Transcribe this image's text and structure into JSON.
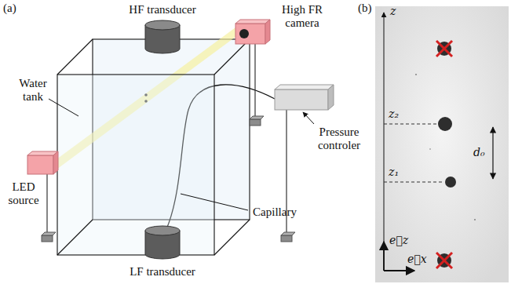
{
  "diagram": {
    "labels": [
      "(a)",
      "HF transducer",
      "High FR camera",
      "Water tank",
      "Pressure controler",
      "LED source",
      "Capillary",
      "LF transducer",
      "(b)",
      "z",
      "z₂",
      "z₁",
      "d₀",
      "e⃗z",
      "e⃗x"
    ]
  }
}
